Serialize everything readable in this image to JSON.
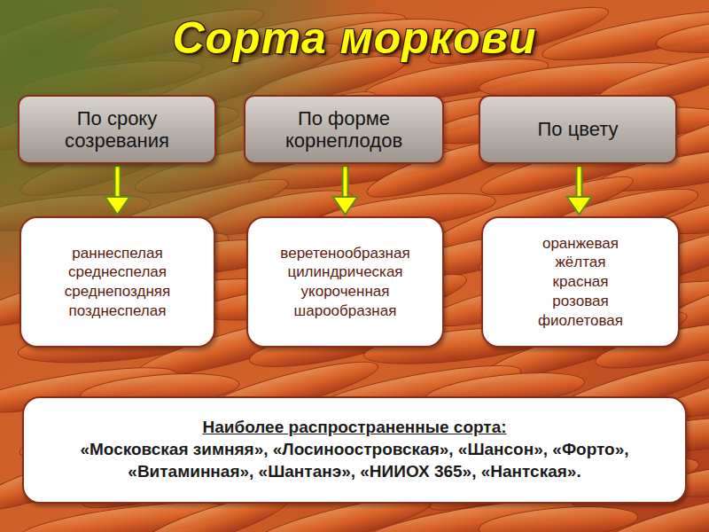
{
  "diagram": {
    "title": "Сорта моркови",
    "nodes": [
      {
        "text": [
          "По сроку созревания"
        ]
      },
      {
        "text": [
          "По форме корнеплодов"
        ]
      },
      {
        "text": [
          "По цвету"
        ]
      },
      {
        "text": [
          "раннеспелая",
          "среднеспелая",
          "среднепоздняя",
          "позднеспелая"
        ]
      },
      {
        "text": [
          "веретенообразная",
          "цилиндрическая",
          "укороченная",
          "шарообразная"
        ]
      },
      {
        "text": [
          "оранжевая",
          "жёлтая",
          "красная",
          "розовая",
          "фиолетовая"
        ]
      },
      {
        "text": [
          "Наиболее распространенные сорта:",
          "«Московская зимняя», «Лосиноостровская», «Шансон», «Форто», «Витаминная», «Шантанэ», «НИИОХ 365», «Нантская»."
        ]
      }
    ],
    "edges": [
      {
        "from": 0,
        "to": 3,
        "arrow": "to"
      },
      {
        "from": 1,
        "to": 4,
        "arrow": "to"
      },
      {
        "from": 2,
        "to": 5,
        "arrow": "to"
      }
    ]
  }
}
